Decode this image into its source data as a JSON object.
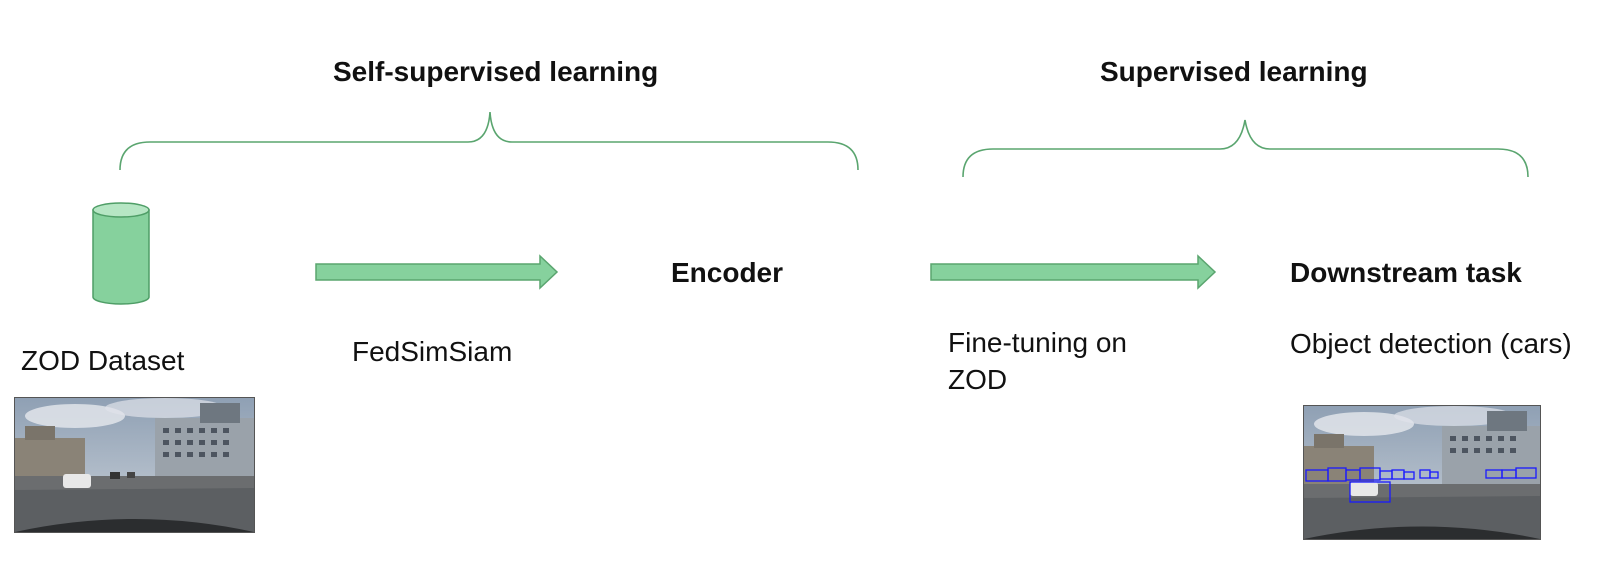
{
  "headings": {
    "self_supervised": "Self-supervised learning",
    "supervised": "Supervised learning"
  },
  "nodes": {
    "encoder": "Encoder",
    "downstream": "Downstream task"
  },
  "labels": {
    "dataset": "ZOD Dataset",
    "method": "FedSimSiam",
    "finetune_line1": "Fine-tuning on",
    "finetune_line2": "ZOD",
    "task": "Object detection (cars)"
  },
  "icons": {
    "dataset": "database-cylinder-icon",
    "arrow": "right-arrow-icon"
  },
  "colors": {
    "accent_fill": "#86d19d",
    "accent_stroke": "#4f9e67",
    "bbox": "#1a1aff"
  }
}
